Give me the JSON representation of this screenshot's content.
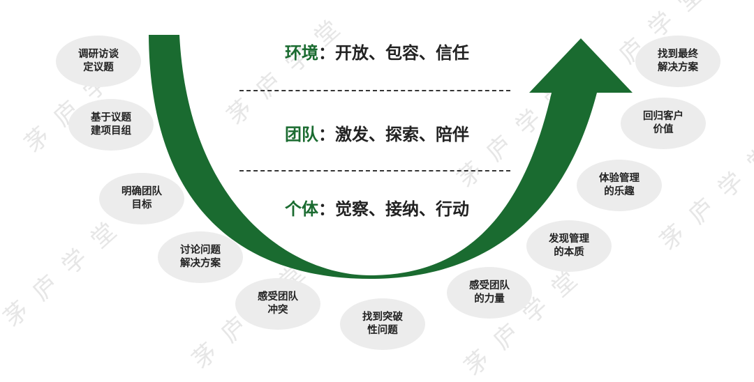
{
  "watermark": "茅庐学堂",
  "colors": {
    "arrow": "#1a6b30",
    "key_text": "#1a6b30",
    "oval_fill": "#ececec"
  },
  "center_rows": [
    {
      "key": "环境",
      "sep": "：",
      "value": "开放、包容、信任"
    },
    {
      "key": "团队",
      "sep": "：",
      "value": "激发、探索、陪伴"
    },
    {
      "key": "个体",
      "sep": "：",
      "value": "觉察、接纳、行动"
    }
  ],
  "steps": [
    "调研访谈\n定议题",
    "基于议题\n建项目组",
    "明确团队\n目标",
    "讨论问题\n解决方案",
    "感受团队\n冲突",
    "找到突破\n性问题",
    "感受团队\n的力量",
    "发现管理\n的本质",
    "体验管理\n的乐趣",
    "回归客户\n价值",
    "找到最终\n解决方案"
  ]
}
